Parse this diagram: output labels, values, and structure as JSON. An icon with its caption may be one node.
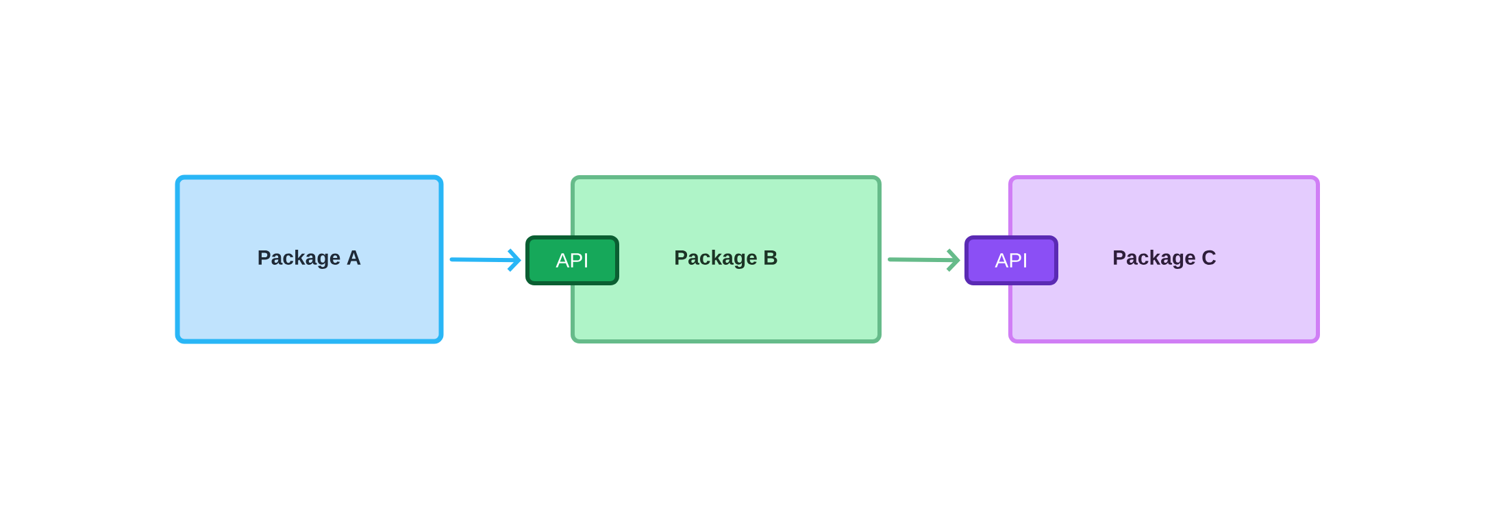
{
  "diagram": {
    "nodes": [
      {
        "text": [
          "Package A"
        ]
      },
      {
        "text": [
          "API"
        ]
      },
      {
        "text": [
          "Package B"
        ]
      },
      {
        "text": [
          "API"
        ]
      },
      {
        "text": [
          "Package C"
        ]
      }
    ],
    "edges": [
      {
        "from": 0,
        "to": 1,
        "arrow": "to",
        "color": "#29b6f6"
      },
      {
        "from": 2,
        "to": 3,
        "arrow": "to",
        "color": "#66bb8a"
      }
    ]
  }
}
